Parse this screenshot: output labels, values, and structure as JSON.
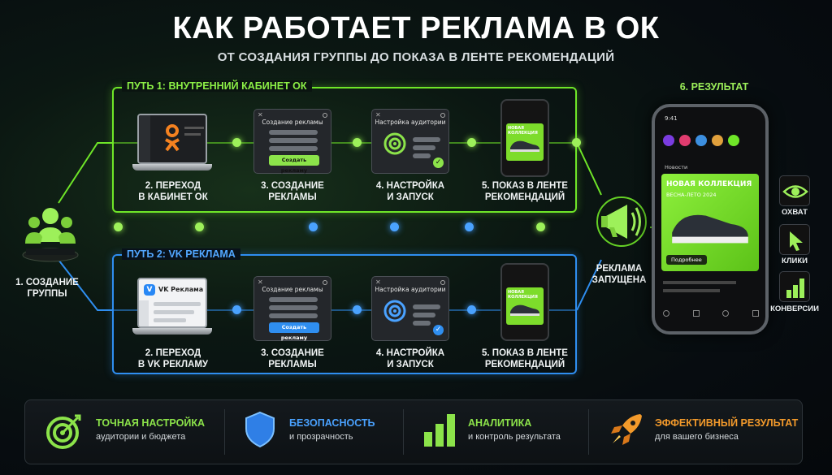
{
  "header": {
    "title": "КАК РАБОТАЕТ РЕКЛАМА В ОК",
    "subtitle": "ОТ СОЗДАНИЯ ГРУППЫ ДО ПОКАЗА В ЛЕНТЕ РЕКОМЕНДАЦИЙ"
  },
  "start": {
    "label": "1. СОЗДАНИЕ\nГРУППЫ"
  },
  "path1": {
    "label": "ПУТЬ 1: ВНУТРЕННИЙ КАБИНЕТ ОК",
    "color": "#6fe628",
    "steps": [
      {
        "label": "2. ПЕРЕХОД\nВ КАБИНЕТ ОК"
      },
      {
        "label": "3. СОЗДАНИЕ\nРЕКЛАМЫ",
        "panel_title": "Создание рекламы",
        "button": "Создать рекламу"
      },
      {
        "label": "4. НАСТРОЙКА\nИ ЗАПУСК",
        "panel_title": "Настройка аудитории"
      },
      {
        "label": "5. ПОКАЗ  В ЛЕНТЕ\nРЕКОМЕНДАЦИЙ",
        "card_text": "НОВАЯ КОЛЛЕКЦИЯ"
      }
    ]
  },
  "path2": {
    "label": "ПУТЬ 2: VK РЕКЛАМА",
    "color": "#2f8ef0",
    "screen_text": "VK Реклама",
    "steps": [
      {
        "label": "2. ПЕРЕХОД\nВ VK РЕКЛАМУ"
      },
      {
        "label": "3. СОЗДАНИЕ\nРЕКЛАМЫ",
        "panel_title": "Создание рекламы",
        "button": "Создать рекламу"
      },
      {
        "label": "4. НАСТРОЙКА\nИ ЗАПУСК",
        "panel_title": "Настройка аудитории"
      },
      {
        "label": "5. ПОКАЗ В ЛЕНТЕ\nРЕКОМЕНДАЦИЙ",
        "card_text": "НОВАЯ КОЛЛЕКЦИЯ"
      }
    ]
  },
  "launch": {
    "label": "РЕКЛАМА\nЗАПУЩЕНА"
  },
  "result": {
    "label": "6. РЕЗУЛЬТАТ",
    "phone": {
      "time": "9:41",
      "section": "Новости",
      "card_title": "НОВАЯ КОЛЛЕКЦИЯ",
      "card_subtitle": "ВЕСНА-ЛЕТО 2024",
      "button": "Подробнее"
    },
    "metrics": [
      {
        "label": "ОХВАТ",
        "icon": "eye-icon"
      },
      {
        "label": "КЛИКИ",
        "icon": "cursor-icon"
      },
      {
        "label": "КОНВЕРСИИ",
        "icon": "bars-icon"
      }
    ]
  },
  "features": [
    {
      "title": "ТОЧНАЯ НАСТРОЙКА",
      "subtitle": "аудитории и бюджета",
      "icon": "target-icon",
      "color": "#8ce34a"
    },
    {
      "title": "БЕЗОПАСНОСТЬ",
      "subtitle": "и прозрачность",
      "icon": "shield-icon",
      "color": "#4aa2ff"
    },
    {
      "title": "АНАЛИТИКА",
      "subtitle": "и контроль результата",
      "icon": "bars-icon",
      "color": "#8ce34a"
    },
    {
      "title": "ЭФФЕКТИВНЫЙ РЕЗУЛЬТАТ",
      "subtitle": "для вашего бизнеса",
      "icon": "rocket-icon",
      "color": "#f39a2b"
    }
  ]
}
